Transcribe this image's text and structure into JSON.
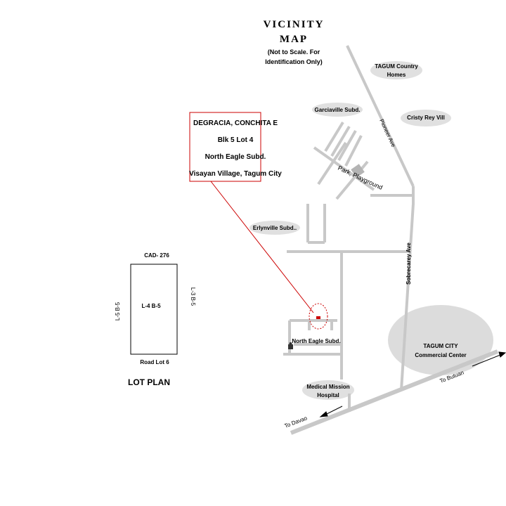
{
  "title": {
    "line1": "VICINITY",
    "line2": "MAP",
    "note1": "(Not to Scale. For",
    "note2": "Identification Only)"
  },
  "info_box": {
    "line1": "DEGRACIA, CONCHITA  E",
    "line2": "Blk 5 Lot 4",
    "line3": "North Eagle Subd.",
    "line4": "Visayan Village, Tagum City"
  },
  "lot_plan": {
    "cad": "CAD- 276",
    "lot_label": "L-4  B-5",
    "left_label": "L-5  B-5",
    "right_label": "L-3  B-5",
    "bottom_label": "Road Lot 6",
    "caption": "LOT PLAN"
  },
  "places": {
    "tagum_country_1": "TAGUM Country",
    "tagum_country_2": "Homes",
    "garciaville": "Garciaville Subd.",
    "cristy_rey": "Cristy Rey Vill",
    "park": "Park, Playground",
    "erlynville": "Erlynville Subd..",
    "north_eagle": "North Eagle Subd.",
    "medical_1": "Medical Mission",
    "medical_2": "Hospital",
    "commercial_1": "TAGUM CITY",
    "commercial_2": "Commercial Center",
    "to_davao": "To Davao",
    "to_butuan": "To Butuan",
    "pioneer": "Pioneer Ave",
    "sobrecarey": "Sobrecarey Ave"
  },
  "colors": {
    "road": "#c8c8c8",
    "highlight": "#cc0000",
    "area": "#dcdcdc"
  }
}
